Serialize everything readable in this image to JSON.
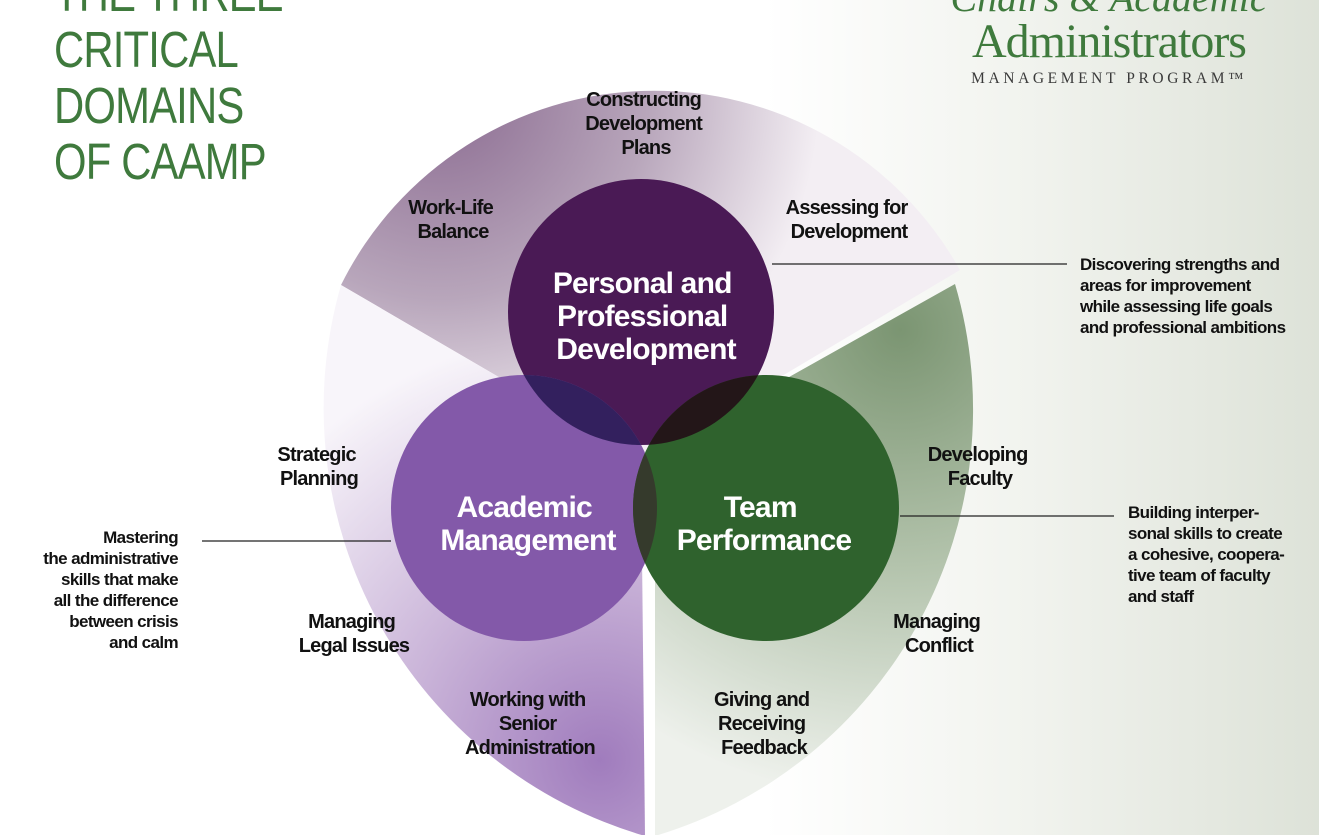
{
  "title": {
    "lines": [
      "THE THREE",
      "CRITICAL",
      "DOMAINS",
      "OF CAAMP"
    ]
  },
  "logo": {
    "line1": "Chairs & Academic",
    "line2": "Administrators",
    "line3": "MANAGEMENT PROGRAM™"
  },
  "colors": {
    "purple_dark": "#4a1a55",
    "purple_mid": "#8359a9",
    "green_dark": "#2f622d",
    "title_green": "#3f7a3d"
  },
  "domains": {
    "personal": {
      "label_lines": [
        "Personal and",
        "Professional",
        "Development"
      ],
      "skills": [
        {
          "lines": [
            "Constructing",
            "Development",
            "Plans"
          ]
        },
        {
          "lines": [
            "Work-Life",
            "Balance"
          ]
        },
        {
          "lines": [
            "Assessing for",
            "Development"
          ]
        }
      ],
      "description_lines": [
        "Discovering strengths and",
        "areas for improvement",
        "while assessing life goals",
        "and professional ambitions"
      ]
    },
    "academic": {
      "label_lines": [
        "Academic",
        "Management"
      ],
      "skills": [
        {
          "lines": [
            "Strategic",
            "Planning"
          ]
        },
        {
          "lines": [
            "Managing",
            "Legal Issues"
          ]
        },
        {
          "lines": [
            "Working with",
            "Senior",
            "Administration"
          ]
        }
      ],
      "description_lines": [
        "Mastering",
        "the administrative",
        "skills that make",
        "all the difference",
        "between crisis",
        "and calm"
      ]
    },
    "team": {
      "label_lines": [
        "Team",
        "Performance"
      ],
      "skills": [
        {
          "lines": [
            "Developing",
            "Faculty"
          ]
        },
        {
          "lines": [
            "Managing",
            "Conflict"
          ]
        },
        {
          "lines": [
            "Giving and",
            "Receiving",
            "Feedback"
          ]
        }
      ],
      "description_lines": [
        "Building interper-",
        "sonal skills to create",
        "a cohesive, coopera-",
        "tive team of faculty",
        "and staff"
      ]
    }
  }
}
